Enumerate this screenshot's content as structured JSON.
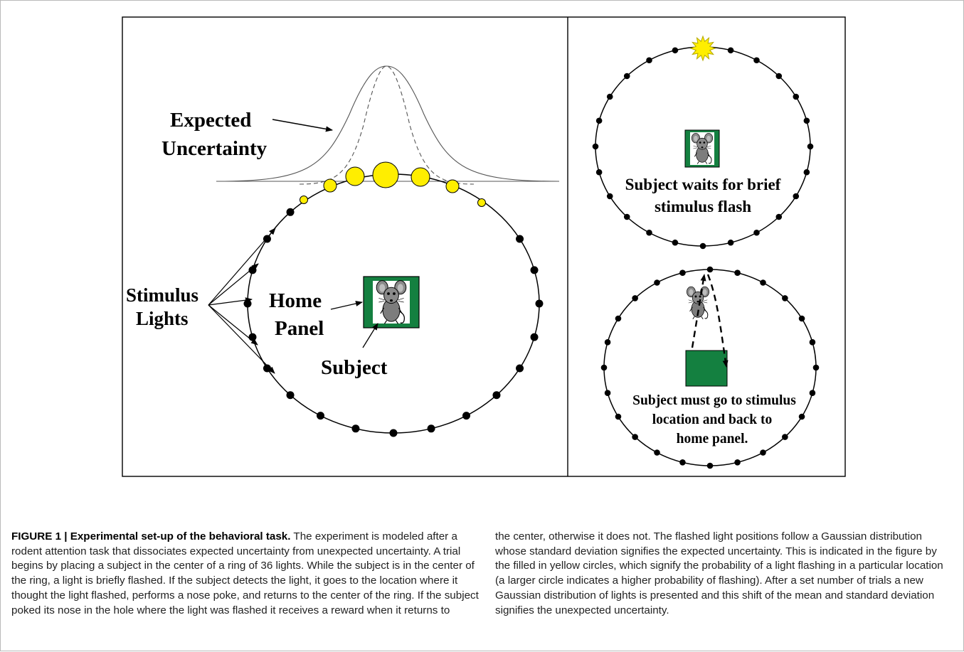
{
  "figure": {
    "left_panel": {
      "expected_uncertainty_line1": "Expected",
      "expected_uncertainty_line2": "Uncertainty",
      "stimulus_lights_line1": "Stimulus",
      "stimulus_lights_line2": "Lights",
      "home_panel_line1": "Home",
      "home_panel_line2": "Panel",
      "subject_label": "Subject"
    },
    "top_right_panel": {
      "caption_line1": "Subject waits for brief",
      "caption_line2": "stimulus flash"
    },
    "bottom_right_panel": {
      "caption_line1": "Subject must go to stimulus",
      "caption_line2": "location and back to",
      "caption_line3": "home panel."
    },
    "colors": {
      "home_panel_green": "#148040",
      "stimulus_yellow": "#ffee00",
      "mouse_gray": "#7d7d7d"
    }
  },
  "caption": {
    "label": "FIGURE 1 | Experimental set-up of the behavioral task.",
    "left_text": " The experiment is modeled after a rodent attention task that dissociates expected uncertainty from unexpected uncertainty. A trial begins by placing a subject in the center of a ring of 36 lights. While the subject is in the center of the ring, a light is briefly flashed. If the subject detects the light, it goes to the location where it thought the light flashed, performs a nose poke, and returns to the center of the ring. If the subject poked its nose in the hole where the light was flashed it receives a reward when it returns to",
    "right_text": "the center, otherwise it does not. The flashed light positions follow a Gaussian distribution whose standard deviation signifies the expected uncertainty. This is indicated in the figure by the filled in yellow circles, which signify the probability of a light flashing in a particular location (a larger circle indicates a higher probability of flashing). After a set number of trials a new Gaussian distribution of lights is presented and this shift of the mean and standard deviation signifies the unexpected uncertainty."
  }
}
